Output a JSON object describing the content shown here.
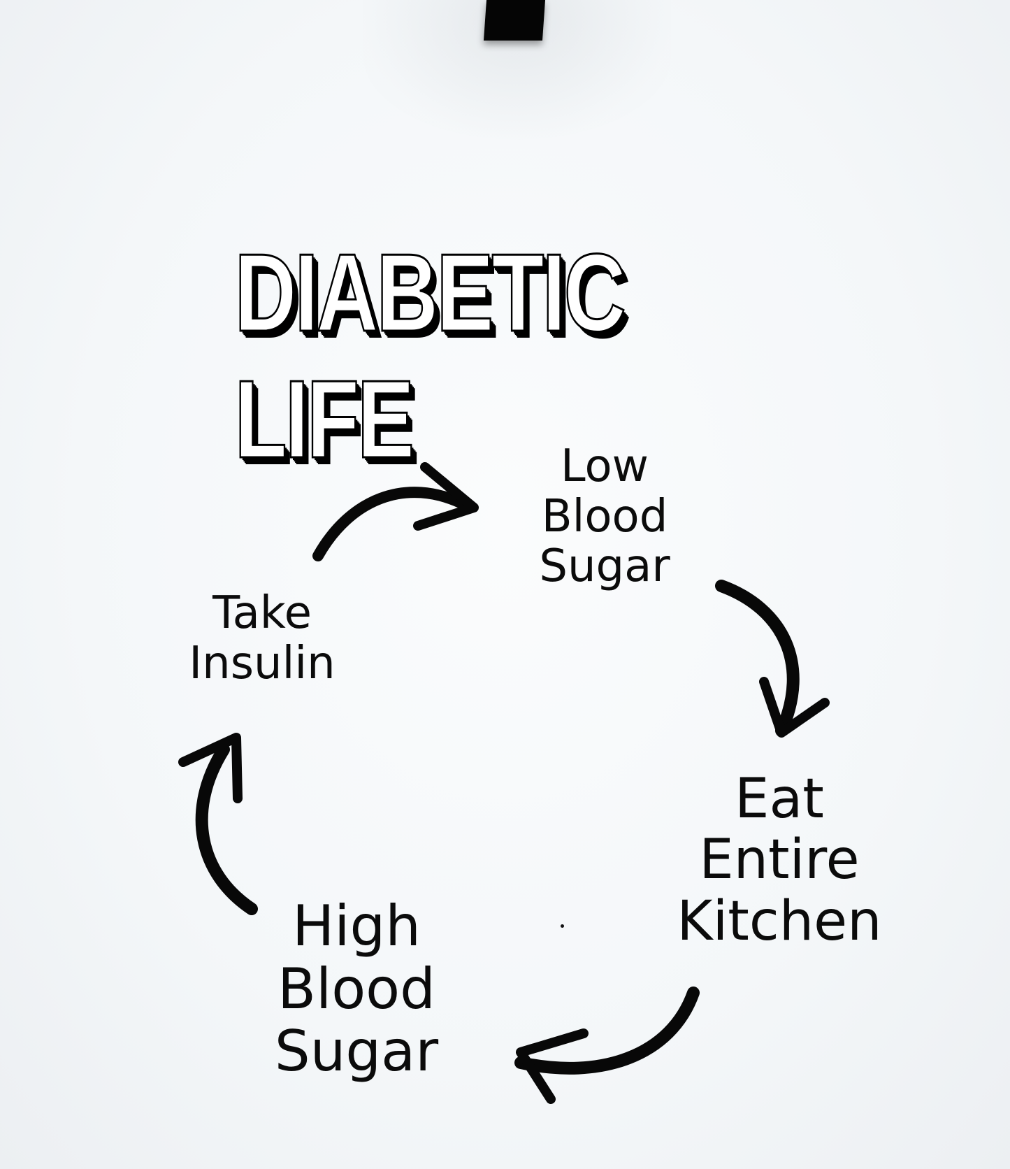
{
  "scene": {
    "description": "Photo of a white t-shirt with printed diabetes cycle diagram",
    "background_color": "#f4f7f9",
    "ink_color": "#0b0b0b"
  },
  "diagram": {
    "title": "DIABETIC LIFE",
    "type": "cycle",
    "nodes": [
      {
        "id": "low",
        "lines": [
          "Low",
          "Blood",
          "Sugar"
        ]
      },
      {
        "id": "eat",
        "lines": [
          "Eat",
          "Entire",
          "Kitchen"
        ]
      },
      {
        "id": "high",
        "lines": [
          "High",
          "Blood",
          "Sugar"
        ]
      },
      {
        "id": "take",
        "lines": [
          "Take",
          "Insulin"
        ]
      }
    ],
    "edges": [
      {
        "from": "take",
        "to": "low"
      },
      {
        "from": "low",
        "to": "eat"
      },
      {
        "from": "eat",
        "to": "high"
      },
      {
        "from": "high",
        "to": "take"
      }
    ]
  }
}
